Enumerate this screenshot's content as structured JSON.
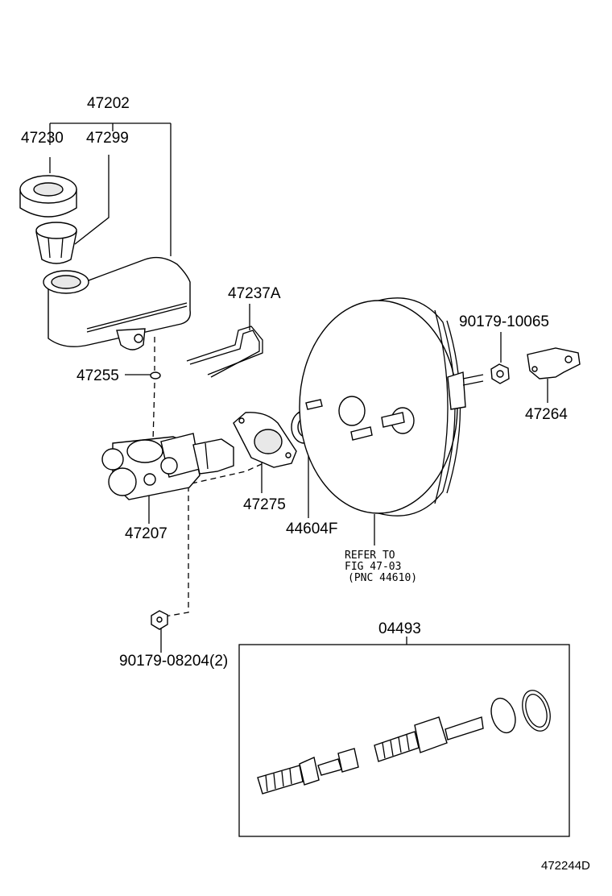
{
  "labels": {
    "p47202": "47202",
    "p47230": "47230",
    "p47299": "47299",
    "p47237A": "47237A",
    "p90179_10065": "90179-10065",
    "p47255": "47255",
    "p47264": "47264",
    "p47275": "47275",
    "p44604F": "44604F",
    "p47207": "47207",
    "p04493": "04493",
    "p90179_08204": "90179-08204(2)",
    "refer_line1": "REFER TO",
    "refer_line2": "FIG 47-03",
    "refer_line3": "(PNC 44610)",
    "figure_id": "472244D"
  }
}
